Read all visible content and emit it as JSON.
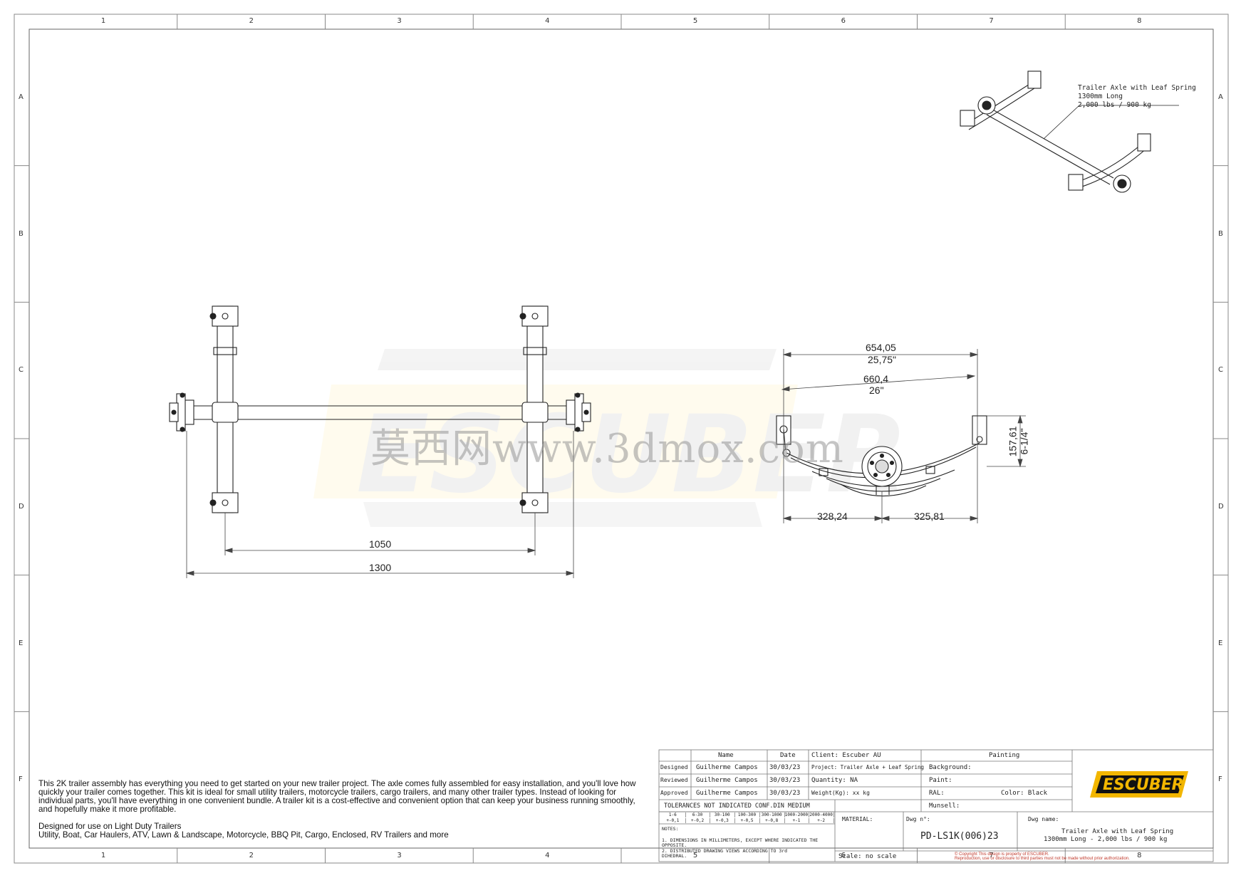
{
  "frame": {
    "columns": [
      "1",
      "2",
      "3",
      "4",
      "5",
      "6",
      "7",
      "8"
    ],
    "rows": [
      "A",
      "B",
      "C",
      "D",
      "E",
      "F"
    ]
  },
  "callout": {
    "line1": "Trailer Axle with Leaf Spring",
    "line2": "1300mm Long",
    "line3": "2,000 lbs / 900 kg"
  },
  "dimensions": {
    "inner_track": "1050",
    "overall_length": "1300",
    "spring_length_mm": "654,05",
    "spring_length_in": "25,75\"",
    "eye_center_mm": "660,4",
    "eye_center_in": "26\"",
    "height_mm": "157,61",
    "height_in": "6-1/4\"",
    "front_half": "328,24",
    "rear_half": "325,81"
  },
  "watermark": {
    "brand_text": "ESCUBER",
    "site_text": "莫西网www.3dmox.com"
  },
  "description": {
    "paragraph": "This 2K trailer assembly has everything you need to get started on your new trailer project. The axle comes fully assembled for easy installation, and you'll love how quickly your trailer comes together. This kit is ideal for small utility trailers, motorcycle trailers, cargo trailers, and many other trailer types. Instead of looking for individual parts, you'll have everything in one convenient bundle. A trailer kit is a cost-effective and convenient option that can keep your business running smoothly, and hopefully make it more profitable.",
    "use_line": "Designed for use on Light Duty Trailers",
    "types_line": "Utility, Boat, Car Haulers, ATV, Lawn & Landscape, Motorcycle, BBQ Pit, Cargo, Enclosed, RV Trailers and more"
  },
  "title_block": {
    "hdr_name": "Name",
    "hdr_date": "Date",
    "designed_label": "Designed",
    "designed_name": "Guilherme Campos",
    "designed_date": "30/03/23",
    "reviewed_label": "Reviewed",
    "reviewed_name": "Guilherme Campos",
    "reviewed_date": "30/03/23",
    "approved_label": "Approved",
    "approved_name": "Guilherme Campos",
    "approved_date": "30/03/23",
    "client": "Client: Escuber AU",
    "project": "Project: Trailer Axle + Leaf Spring",
    "quantity": "Quantity: NA",
    "weight": "Weight(Kg): xx kg",
    "painting": "Painting",
    "background": "Background:",
    "paint": "Paint:",
    "ral": "RAL:",
    "color": "Color: Black",
    "munsell": "Munsell:",
    "logo": "ESCUBER",
    "tolerances": "TOLERANCES NOT INDICATED CONF.DIN MEDIUM",
    "tol_ranges": [
      "1-6",
      "6-30",
      "30-100",
      "100-300",
      "300-1000",
      "1000-2000",
      "2000-4000"
    ],
    "tol_values": [
      "+-0,1",
      "+-0,2",
      "+-0,3",
      "+-0,5",
      "+-0,8",
      "+-1",
      "+-2"
    ],
    "notes_label": "NOTES:",
    "note1": "1. DIMENSIONS IN MILLIMETERS, EXCEPT WHERE INDICATED THE OPPOSITE.",
    "note2": "2. DISTRIBUTED DRAWING VIEWS ACCORDING TO 3rd DIHEDRAL.",
    "material": "MATERIAL:",
    "dwg_no_label": "Dwg n°:",
    "dwg_no": "PD-LS1K(006)23",
    "dwg_name_label": "Dwg name:",
    "dwg_name_1": "Trailer Axle with Leaf Spring",
    "dwg_name_2": "1300mm Long - 2,000 lbs / 900 kg",
    "scale": "Scale: no scale",
    "copyright_1": "© Copyright This design is property of ESCUBER.",
    "copyright_2": "Reproduction, use or disclosure to third parties must not be made without prior authorization."
  }
}
